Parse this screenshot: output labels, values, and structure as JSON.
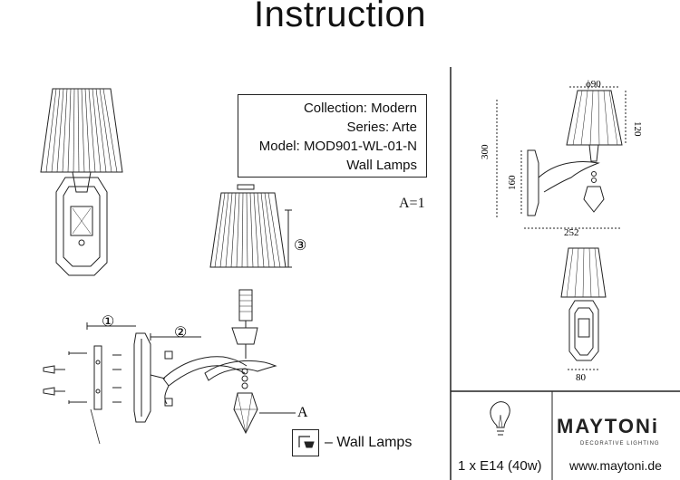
{
  "title": "Instruction",
  "product": {
    "collection": "Collection: Modern",
    "series": "Series: Arte",
    "model": "Model: MOD901-WL-01-N",
    "type": "Wall Lamps"
  },
  "scale": "A=1",
  "callouts": {
    "step1": "①",
    "step2": "②",
    "step3": "③",
    "detail": "A"
  },
  "dimensions": {
    "shade_diameter": "ϕ90",
    "shade_height": "120",
    "total_height": "300",
    "backplate_height": "160",
    "width": "252",
    "front_width": "80"
  },
  "legend": {
    "label": "– Wall Lamps"
  },
  "bulb": {
    "spec": "1 x E14 (40w)"
  },
  "brand": {
    "name": "MAYTONi",
    "tagline": "DECORATIVE LIGHTING",
    "url": "www.maytoni.de"
  },
  "colors": {
    "line": "#222222",
    "background": "#ffffff"
  }
}
